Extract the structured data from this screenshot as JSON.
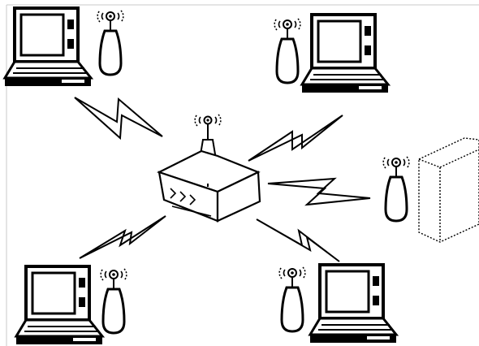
{
  "diagram": {
    "type": "wireless-network",
    "colors": {
      "line": "#000000",
      "background": "#ffffff",
      "screen": "#ffffff",
      "frame": "#c8c8c8"
    },
    "nodes": [
      {
        "id": "access-point",
        "kind": "wireless-access-point"
      },
      {
        "id": "laptop-top-left",
        "kind": "laptop-with-wireless-adapter"
      },
      {
        "id": "laptop-top-right",
        "kind": "laptop-with-wireless-adapter"
      },
      {
        "id": "server-right",
        "kind": "server-with-wireless-adapter"
      },
      {
        "id": "laptop-bottom-left",
        "kind": "laptop-with-wireless-adapter"
      },
      {
        "id": "laptop-bottom-right",
        "kind": "laptop-with-wireless-adapter"
      }
    ],
    "links": [
      {
        "from": "access-point",
        "to": "laptop-top-left",
        "kind": "wireless"
      },
      {
        "from": "access-point",
        "to": "laptop-top-right",
        "kind": "wireless"
      },
      {
        "from": "access-point",
        "to": "server-right",
        "kind": "wireless"
      },
      {
        "from": "access-point",
        "to": "laptop-bottom-left",
        "kind": "wireless"
      },
      {
        "from": "access-point",
        "to": "laptop-bottom-right",
        "kind": "wireless"
      }
    ]
  }
}
